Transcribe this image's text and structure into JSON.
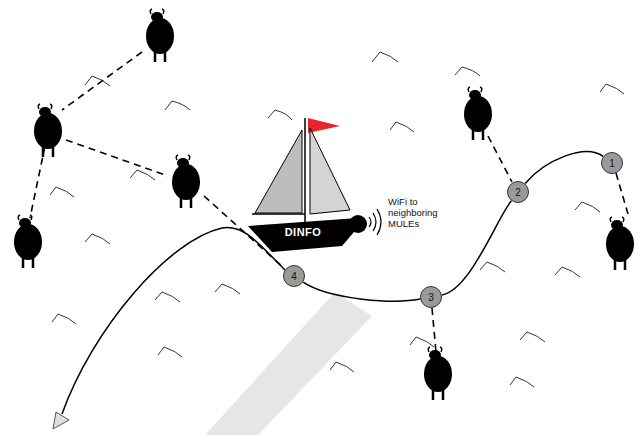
{
  "diagram": {
    "nodes": [
      {
        "text": [
          "1"
        ]
      },
      {
        "text": [
          "2"
        ]
      },
      {
        "text": [
          "DINFO"
        ]
      },
      {
        "text": [
          "4"
        ]
      },
      {
        "text": [
          "3"
        ]
      }
    ],
    "edges": [
      {
        "from": 0,
        "to": 1,
        "arrow": "none"
      },
      {
        "from": 1,
        "to": 4,
        "arrow": "none"
      },
      {
        "from": 4,
        "to": 3,
        "arrow": "none"
      }
    ],
    "labels": [
      "WiFi to neighboring MULEs"
    ]
  }
}
